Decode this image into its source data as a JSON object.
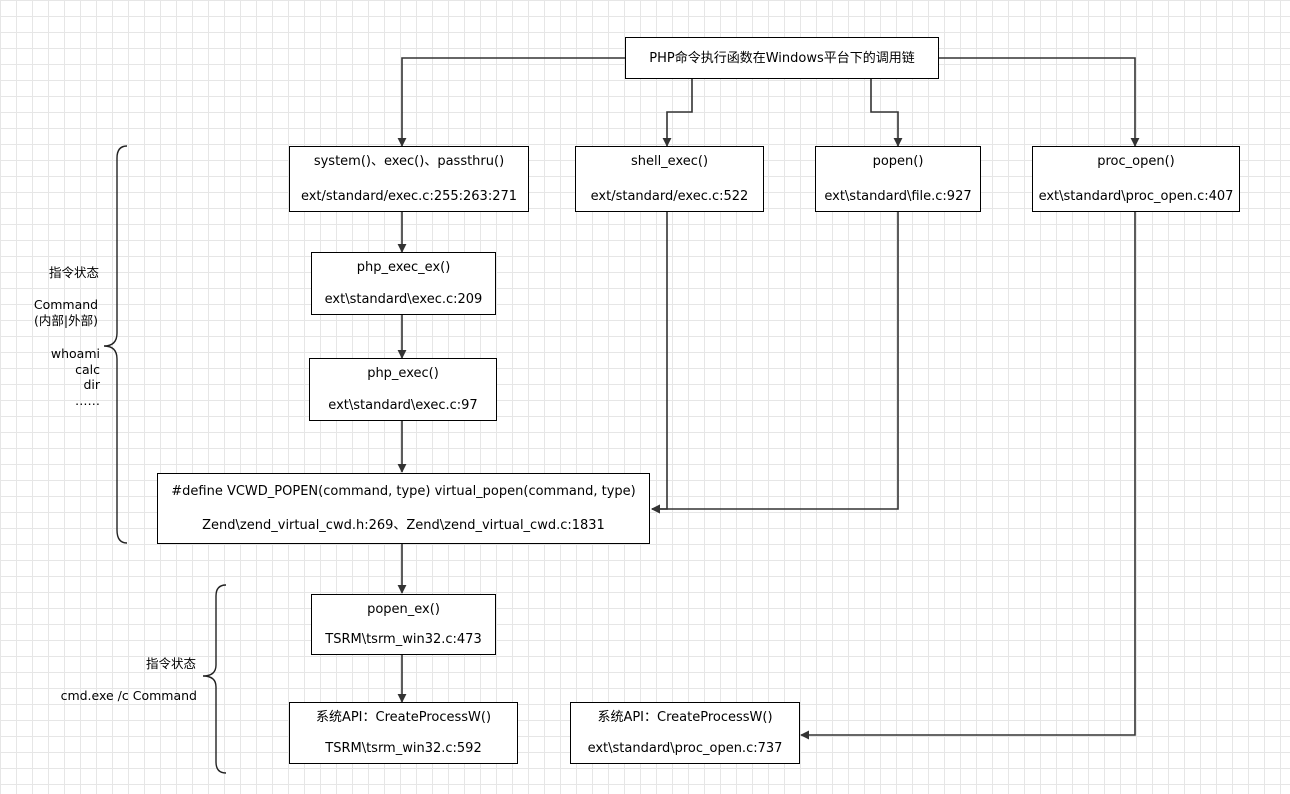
{
  "title": "PHP命令执行函数在Windows平台下的调用链",
  "functions": [
    {
      "name": "system()、exec()、passthru()",
      "location": "ext/standard/exec.c:255:263:271"
    },
    {
      "name": "shell_exec()",
      "location": "ext/standard/exec.c:522"
    },
    {
      "name": "popen()",
      "location": "ext\\standard\\file.c:927"
    },
    {
      "name": "proc_open()",
      "location": "ext\\standard\\proc_open.c:407"
    }
  ],
  "chain": [
    {
      "name": "php_exec_ex()",
      "location": "ext\\standard\\exec.c:209"
    },
    {
      "name": "php_exec()",
      "location": "ext\\standard\\exec.c:97"
    },
    {
      "name": "#define VCWD_POPEN(command, type) virtual_popen(command, type)",
      "location": "Zend\\zend_virtual_cwd.h:269、Zend\\zend_virtual_cwd.c:1831"
    },
    {
      "name": "popen_ex()",
      "location": "TSRM\\tsrm_win32.c:473"
    },
    {
      "name": "系统API：CreateProcessW()",
      "location": "TSRM\\tsrm_win32.c:592"
    }
  ],
  "proc_open_api": {
    "name": "系统API：CreateProcessW()",
    "location": "ext\\standard\\proc_open.c:737"
  },
  "annotations": {
    "upper": {
      "heading": "指令状态",
      "command": "Command",
      "command_type": "(内部|外部)",
      "examples": [
        "whoami",
        "calc",
        "dir",
        "……"
      ]
    },
    "lower": {
      "heading": "指令状态",
      "command": "cmd.exe /c Command"
    }
  },
  "colors": {
    "line": "#333333",
    "box_border": "#000000",
    "grid": "#e6e6e6"
  }
}
